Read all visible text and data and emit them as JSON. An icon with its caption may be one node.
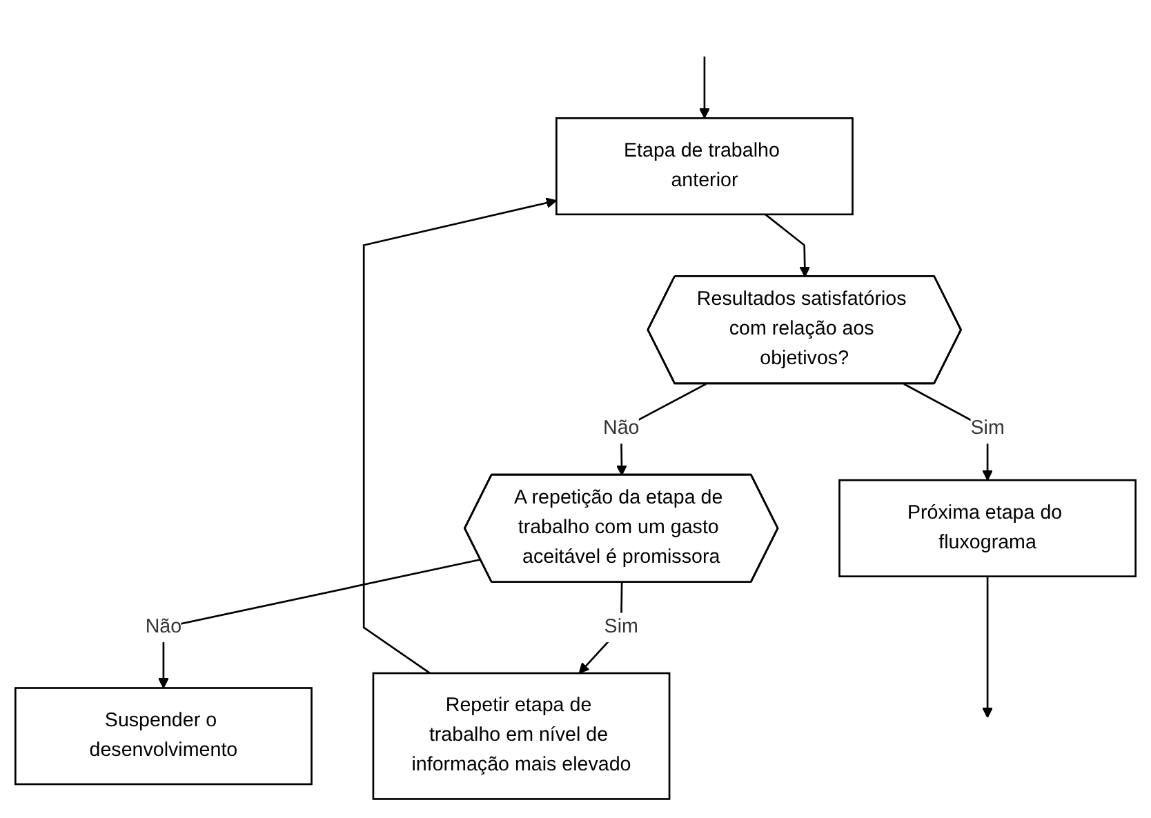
{
  "diagram": {
    "nodes": [
      {
        "text": [
          "Etapa de trabalho anterior"
        ]
      },
      {
        "text": [
          "Resultados satisfatórios com relação aos objetivos?"
        ]
      },
      {
        "text": [
          "Próxima etapa do fluxograma"
        ]
      },
      {
        "text": [
          "A repetição da etapa de trabalho com um gasto aceitável é promissora"
        ]
      },
      {
        "text": [
          "Repetir etapa de trabalho em nível de informação mais elevado"
        ]
      },
      {
        "text": [
          "Suspender o desenvolvimento"
        ]
      }
    ],
    "edges": [
      {
        "from": null,
        "to": 0,
        "arrow": "to"
      },
      {
        "from": 4,
        "to": 0,
        "arrow": "to"
      },
      {
        "from": 0,
        "to": 1,
        "arrow": "to"
      },
      {
        "from": 1,
        "to": 3,
        "arrow": "to",
        "label": "Não"
      },
      {
        "from": 1,
        "to": 2,
        "arrow": "to",
        "label": "Sim"
      },
      {
        "from": 3,
        "to": 4,
        "arrow": "to",
        "label": "Sim"
      },
      {
        "from": 3,
        "to": 5,
        "arrow": "to",
        "label": "Não"
      },
      {
        "from": 2,
        "to": null,
        "arrow": "to"
      }
    ]
  }
}
